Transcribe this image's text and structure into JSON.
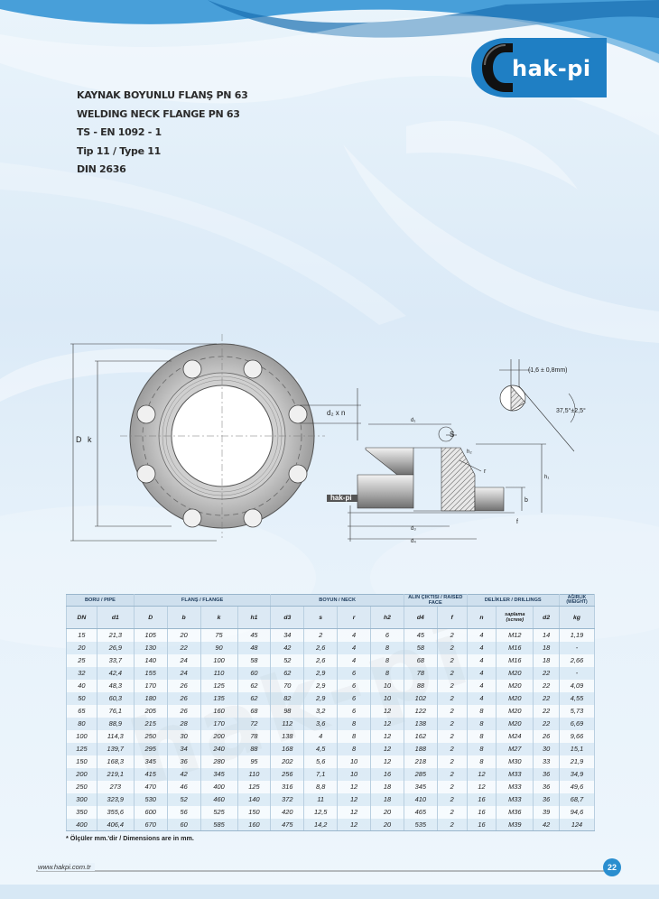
{
  "brand": {
    "logo_text": "hak-pi"
  },
  "titles": [
    "KAYNAK BOYUNLU FLANŞ PN 63",
    "WELDING NECK FLANGE PN 63",
    "TS - EN 1092 - 1",
    "Tip 11 / Type 11",
    "DIN 2636"
  ],
  "drawing": {
    "label_D": "D",
    "label_k": "k",
    "label_d2xn": "d₂ x n",
    "label_d1": "d₁",
    "label_d3": "d₃",
    "label_d4": "d₄",
    "label_S": "S",
    "label_h2": "h₂",
    "label_r": "r",
    "label_h1": "h₁",
    "label_b": "b",
    "label_f": "f",
    "label_bevel_gap": "(1,6 ± 0,8mm)",
    "label_bevel_angle": "37,5°±2,5°",
    "stamp_text": "hak-pi"
  },
  "table": {
    "group_headers": [
      "BORU / PIPE",
      "FLANŞ / FLANGE",
      "BOYUN / NECK",
      "ALIN ÇIKTISI / RAISED FACE",
      "DELİKLER / DRILLINGS",
      "AĞIRLIK (WEIGHT)"
    ],
    "sub_headers": [
      "DN",
      "d1",
      "D",
      "b",
      "k",
      "h1",
      "d3",
      "s",
      "r",
      "h2",
      "d4",
      "f",
      "n",
      "saplama (screw)",
      "d2",
      "kg"
    ],
    "rows": [
      [
        "15",
        "21,3",
        "105",
        "20",
        "75",
        "45",
        "34",
        "2",
        "4",
        "6",
        "45",
        "2",
        "4",
        "M12",
        "14",
        "1,19"
      ],
      [
        "20",
        "26,9",
        "130",
        "22",
        "90",
        "48",
        "42",
        "2,6",
        "4",
        "8",
        "58",
        "2",
        "4",
        "M16",
        "18",
        "-"
      ],
      [
        "25",
        "33,7",
        "140",
        "24",
        "100",
        "58",
        "52",
        "2,6",
        "4",
        "8",
        "68",
        "2",
        "4",
        "M16",
        "18",
        "2,66"
      ],
      [
        "32",
        "42,4",
        "155",
        "24",
        "110",
        "60",
        "62",
        "2,9",
        "6",
        "8",
        "78",
        "2",
        "4",
        "M20",
        "22",
        "-"
      ],
      [
        "40",
        "48,3",
        "170",
        "26",
        "125",
        "62",
        "70",
        "2,9",
        "6",
        "10",
        "88",
        "2",
        "4",
        "M20",
        "22",
        "4,09"
      ],
      [
        "50",
        "60,3",
        "180",
        "26",
        "135",
        "62",
        "82",
        "2,9",
        "6",
        "10",
        "102",
        "2",
        "4",
        "M20",
        "22",
        "4,55"
      ],
      [
        "65",
        "76,1",
        "205",
        "26",
        "160",
        "68",
        "98",
        "3,2",
        "6",
        "12",
        "122",
        "2",
        "8",
        "M20",
        "22",
        "5,73"
      ],
      [
        "80",
        "88,9",
        "215",
        "28",
        "170",
        "72",
        "112",
        "3,6",
        "8",
        "12",
        "138",
        "2",
        "8",
        "M20",
        "22",
        "6,69"
      ],
      [
        "100",
        "114,3",
        "250",
        "30",
        "200",
        "78",
        "138",
        "4",
        "8",
        "12",
        "162",
        "2",
        "8",
        "M24",
        "26",
        "9,66"
      ],
      [
        "125",
        "139,7",
        "295",
        "34",
        "240",
        "88",
        "168",
        "4,5",
        "8",
        "12",
        "188",
        "2",
        "8",
        "M27",
        "30",
        "15,1"
      ],
      [
        "150",
        "168,3",
        "345",
        "36",
        "280",
        "95",
        "202",
        "5,6",
        "10",
        "12",
        "218",
        "2",
        "8",
        "M30",
        "33",
        "21,9"
      ],
      [
        "200",
        "219,1",
        "415",
        "42",
        "345",
        "110",
        "256",
        "7,1",
        "10",
        "16",
        "285",
        "2",
        "12",
        "M33",
        "36",
        "34,9"
      ],
      [
        "250",
        "273",
        "470",
        "46",
        "400",
        "125",
        "316",
        "8,8",
        "12",
        "18",
        "345",
        "2",
        "12",
        "M33",
        "36",
        "49,6"
      ],
      [
        "300",
        "323,9",
        "530",
        "52",
        "460",
        "140",
        "372",
        "11",
        "12",
        "18",
        "410",
        "2",
        "16",
        "M33",
        "36",
        "68,7"
      ],
      [
        "350",
        "355,6",
        "600",
        "56",
        "525",
        "150",
        "420",
        "12,5",
        "12",
        "20",
        "465",
        "2",
        "16",
        "M36",
        "39",
        "94,6"
      ],
      [
        "400",
        "406,4",
        "670",
        "60",
        "585",
        "160",
        "475",
        "14,2",
        "12",
        "20",
        "535",
        "2",
        "16",
        "M39",
        "42",
        "124"
      ]
    ]
  },
  "note": "* Ölçüler mm.'dir / Dimensions are in mm.",
  "footer": {
    "url": "www.hakpi.com.tr",
    "page_number": "22"
  },
  "watermark": "hak-pi"
}
